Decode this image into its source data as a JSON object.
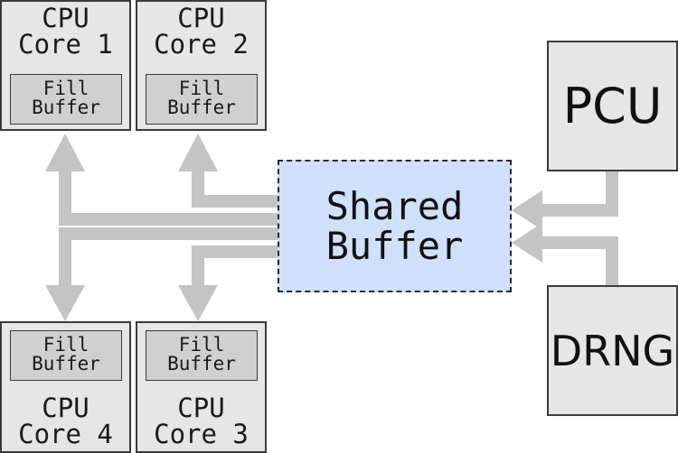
{
  "cores": [
    {
      "label": "CPU\nCore 1",
      "buffer": "Fill\nBuffer"
    },
    {
      "label": "CPU\nCore 2",
      "buffer": "Fill\nBuffer"
    },
    {
      "label": "CPU\nCore 4",
      "buffer": "Fill\nBuffer"
    },
    {
      "label": "CPU\nCore 3",
      "buffer": "Fill\nBuffer"
    }
  ],
  "shared_buffer": "Shared\nBuffer",
  "pcu": "PCU",
  "drng": "DRNG",
  "colors": {
    "box_fill": "#e6e6e6",
    "fill_buffer": "#d0d0d0",
    "shared_buffer": "#cfe0fb",
    "connector": "#c4c4c4"
  }
}
